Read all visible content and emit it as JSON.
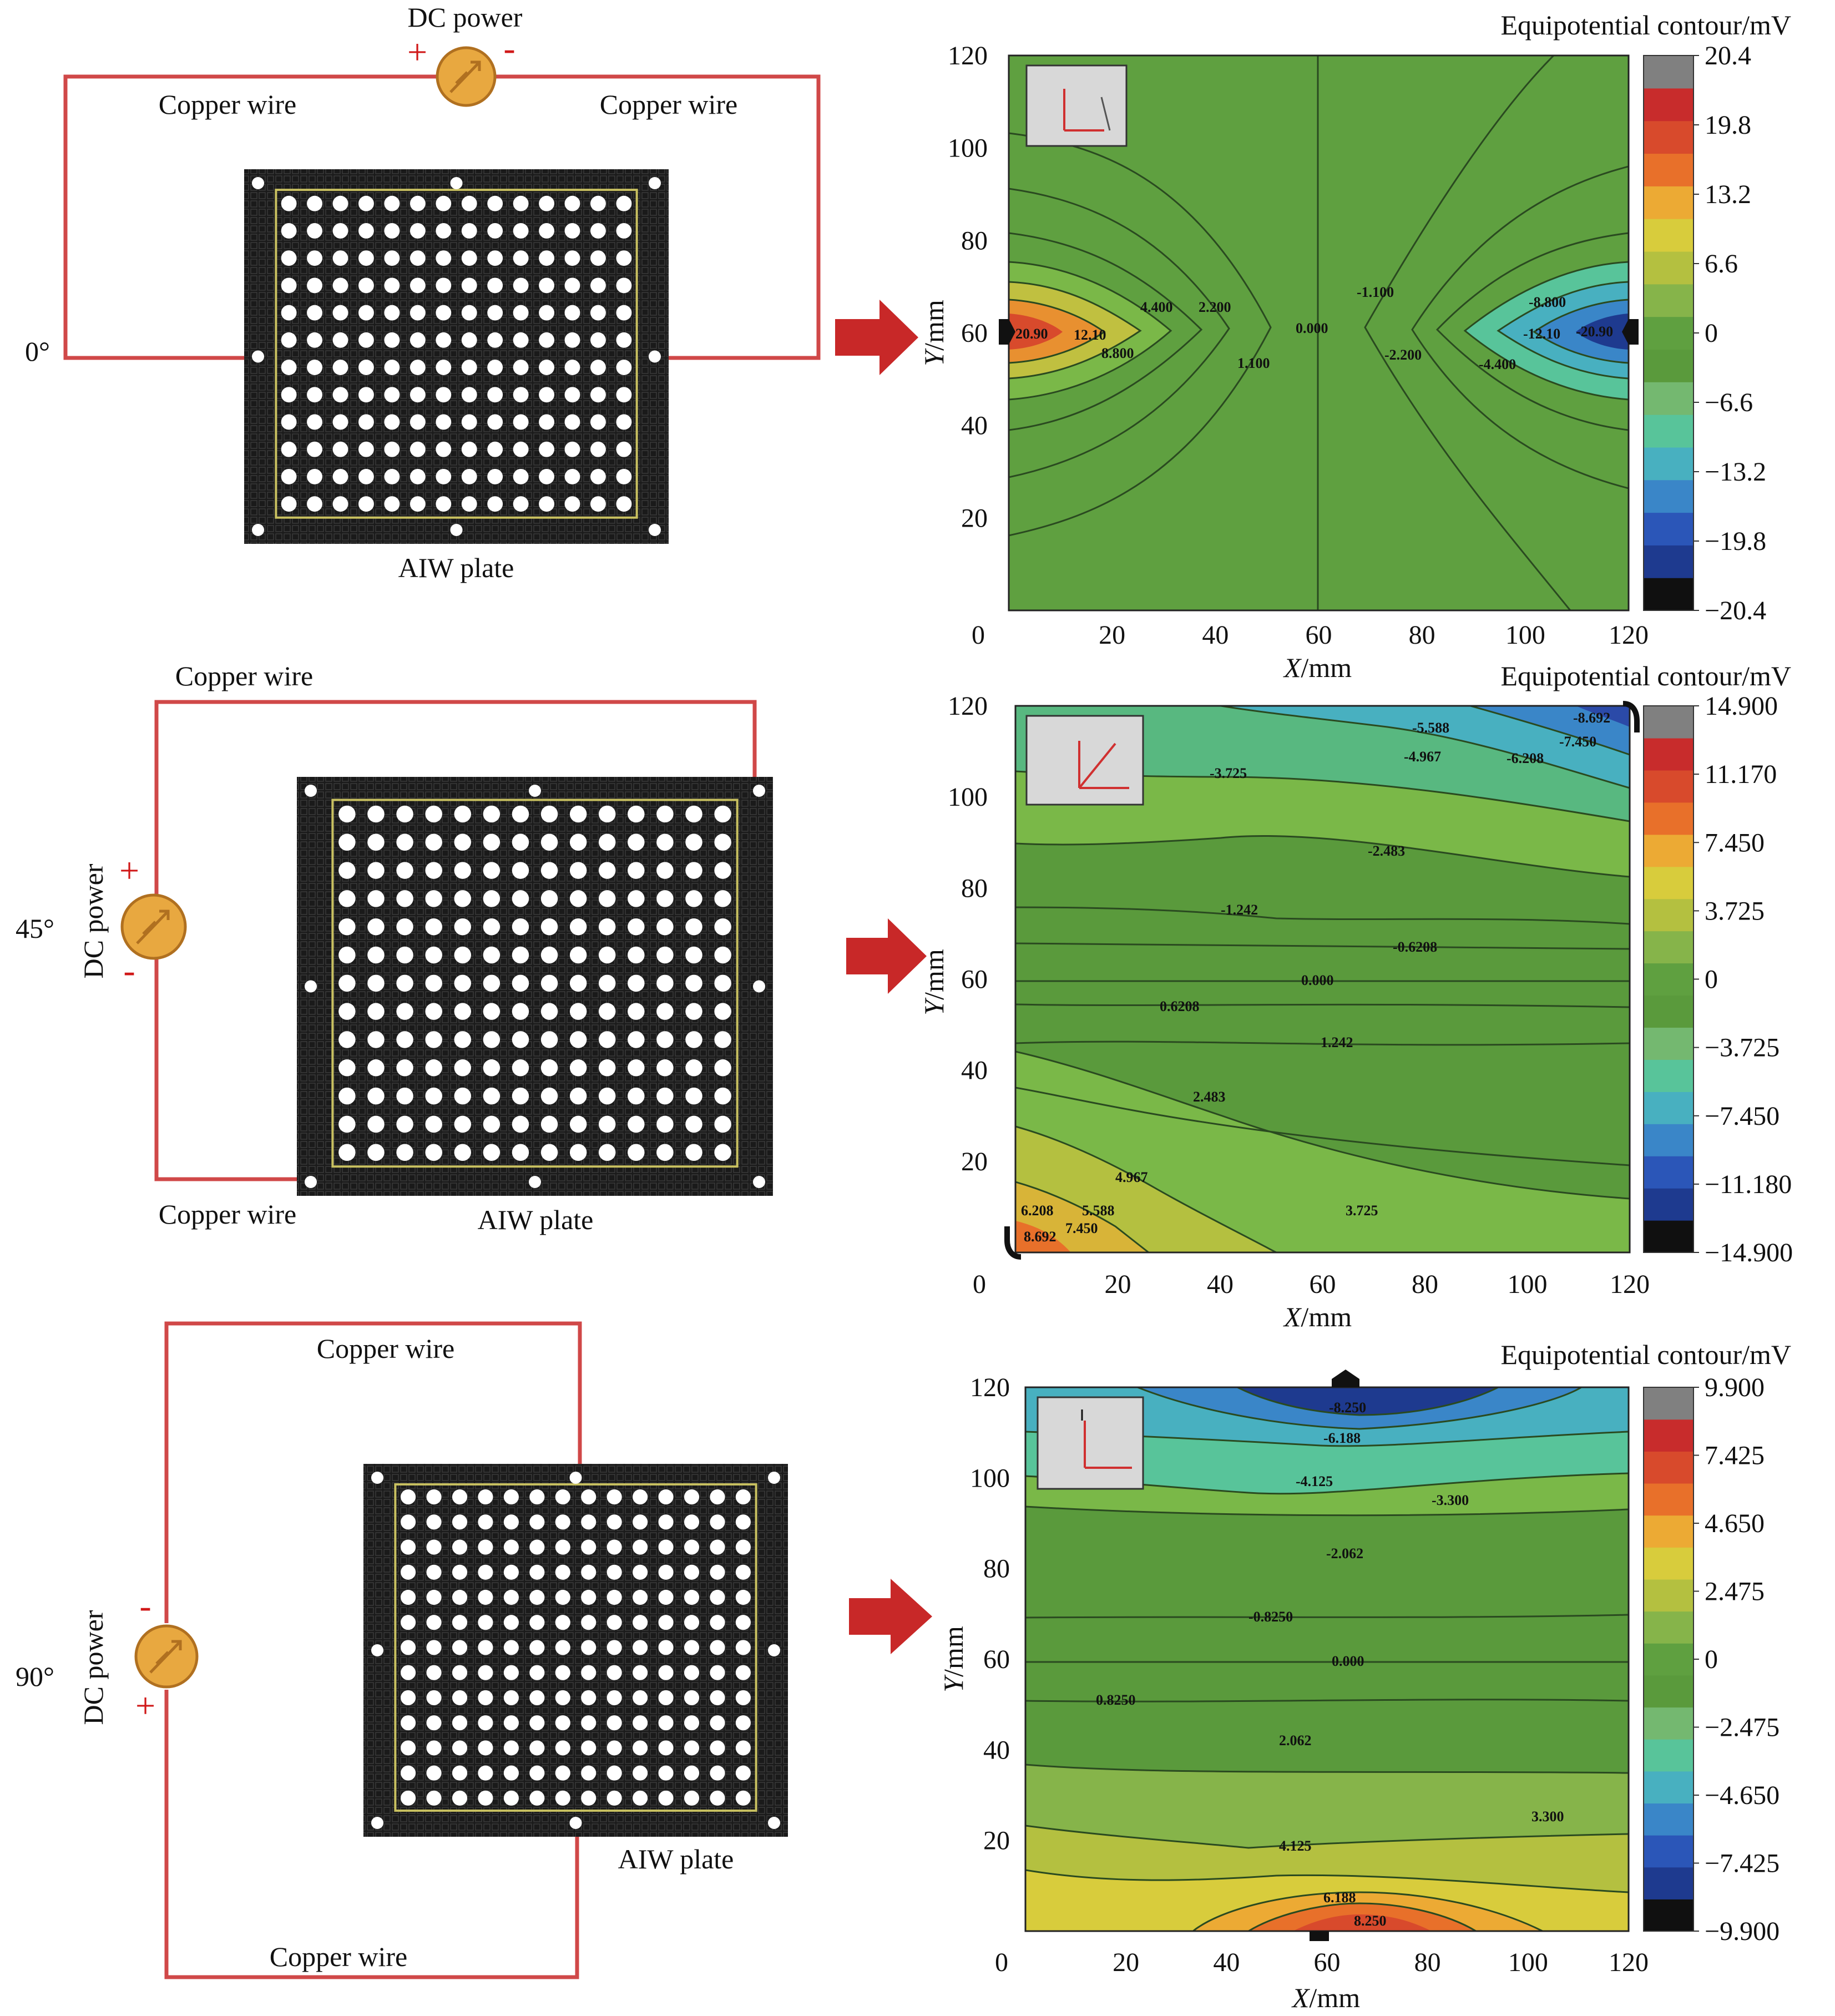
{
  "colors": {
    "wire": "#d04848",
    "power_fill": "#e8a840",
    "power_stroke": "#b07020",
    "plate": "#1a1a1a",
    "arrow": "#c82828",
    "contour_line": "#2a4a20",
    "colormap": [
      "#101010",
      "#1e3a8f",
      "#2b56b8",
      "#3a86c8",
      "#48b0c0",
      "#58c49a",
      "#74b870",
      "#5a9a3c",
      "#5fa040",
      "#86b44a",
      "#b4c040",
      "#d8cc3c",
      "#ecaa34",
      "#e8702a",
      "#d84a2c",
      "#c82c2c",
      "#808080"
    ]
  },
  "panels": [
    {
      "angle_label": "0°",
      "diagram": {
        "power_label": "DC power",
        "plus": "+",
        "minus": "-",
        "wire_label_1": "Copper wire",
        "wire_label_2": "Copper wire",
        "plate_label": "AIW plate"
      },
      "chart": {
        "colorbar_title": "Equipotential contour/mV",
        "colorbar_ticks": [
          "20.4",
          "19.8",
          "13.2",
          "6.6",
          "0",
          "−6.6",
          "−13.2",
          "−19.8",
          "−20.4"
        ],
        "xlabel_var": "X",
        "xlabel_unit": "/mm",
        "ylabel_var": "Y",
        "ylabel_unit": "/mm",
        "xticks": [
          "0",
          "20",
          "40",
          "60",
          "80",
          "100",
          "120"
        ],
        "yticks": [
          "20",
          "40",
          "60",
          "80",
          "100",
          "120"
        ],
        "contour_labels": [
          "20.90",
          "12.10",
          "8.800",
          "4.400",
          "2.200",
          "1.100",
          "0.000",
          "-1.100",
          "-2.200",
          "-4.400",
          "-8.800",
          "-12.10",
          "-20.90"
        ]
      }
    },
    {
      "angle_label": "45°",
      "diagram": {
        "power_label": "DC power",
        "plus": "+",
        "minus": "-",
        "wire_label_1": "Copper wire",
        "wire_label_2": "Copper wire",
        "plate_label": "AIW plate"
      },
      "chart": {
        "colorbar_title": "Equipotential contour/mV",
        "colorbar_ticks": [
          "14.900",
          "11.170",
          "7.450",
          "3.725",
          "0",
          "−3.725",
          "−7.450",
          "−11.180",
          "−14.900"
        ],
        "xlabel_var": "X",
        "xlabel_unit": "/mm",
        "ylabel_var": "Y",
        "ylabel_unit": "/mm",
        "xticks": [
          "0",
          "20",
          "40",
          "60",
          "80",
          "100",
          "120"
        ],
        "yticks": [
          "20",
          "40",
          "60",
          "80",
          "100",
          "120"
        ],
        "contour_labels": [
          "-8.692",
          "-7.450",
          "-5.588",
          "-4.967",
          "-6.208",
          "-3.725",
          "-2.483",
          "-1.242",
          "-0.6208",
          "0.000",
          "0.6208",
          "1.242",
          "2.483",
          "3.725",
          "4.967",
          "6.208",
          "5.588",
          "7.450",
          "8.692"
        ]
      }
    },
    {
      "angle_label": "90°",
      "diagram": {
        "power_label": "DC power",
        "plus": "+",
        "minus": "-",
        "wire_label_1": "Copper wire",
        "wire_label_2": "Copper wire",
        "plate_label": "AIW plate"
      },
      "chart": {
        "colorbar_title": "Equipotential contour/mV",
        "colorbar_ticks": [
          "9.900",
          "7.425",
          "4.650",
          "2.475",
          "0",
          "−2.475",
          "−4.650",
          "−7.425",
          "−9.900"
        ],
        "xlabel_var": "X",
        "xlabel_unit": "/mm",
        "ylabel_var": "Y",
        "ylabel_unit": "/mm",
        "xticks": [
          "0",
          "20",
          "40",
          "60",
          "80",
          "100",
          "120"
        ],
        "yticks": [
          "20",
          "40",
          "60",
          "80",
          "100",
          "120"
        ],
        "contour_labels": [
          "-8.250",
          "-6.188",
          "-4.125",
          "-3.300",
          "-2.062",
          "-0.8250",
          "0.000",
          "0.8250",
          "2.062",
          "3.300",
          "4.125",
          "6.188",
          "8.250"
        ]
      }
    }
  ]
}
